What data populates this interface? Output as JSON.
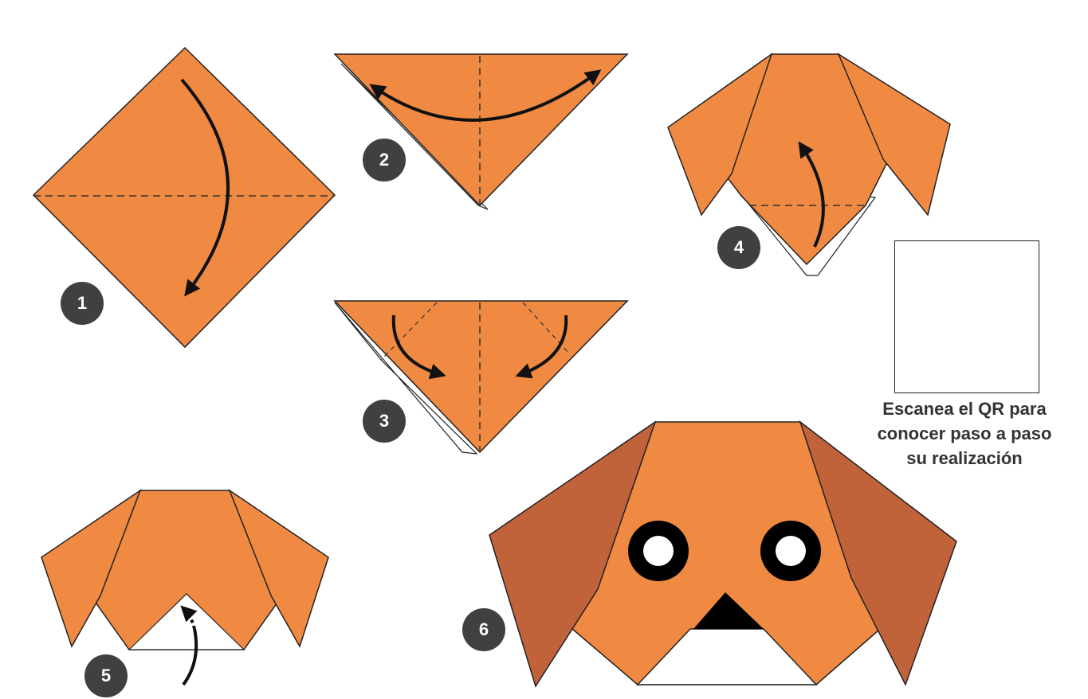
{
  "steps": {
    "s1": "1",
    "s2": "2",
    "s3": "3",
    "s4": "4",
    "s5": "5",
    "s6": "6"
  },
  "qr_caption": {
    "line1": "Escanea el QR para",
    "line2": "conocer paso a paso",
    "line3": "su realización"
  },
  "colors": {
    "paper": "#f08a42",
    "ear": "#c0623a",
    "outline": "#222222",
    "badge": "#404040",
    "eye": "#000000",
    "highlight": "#ffffff"
  },
  "icons": [
    "fold-arrow",
    "qr-code",
    "dog-face"
  ]
}
